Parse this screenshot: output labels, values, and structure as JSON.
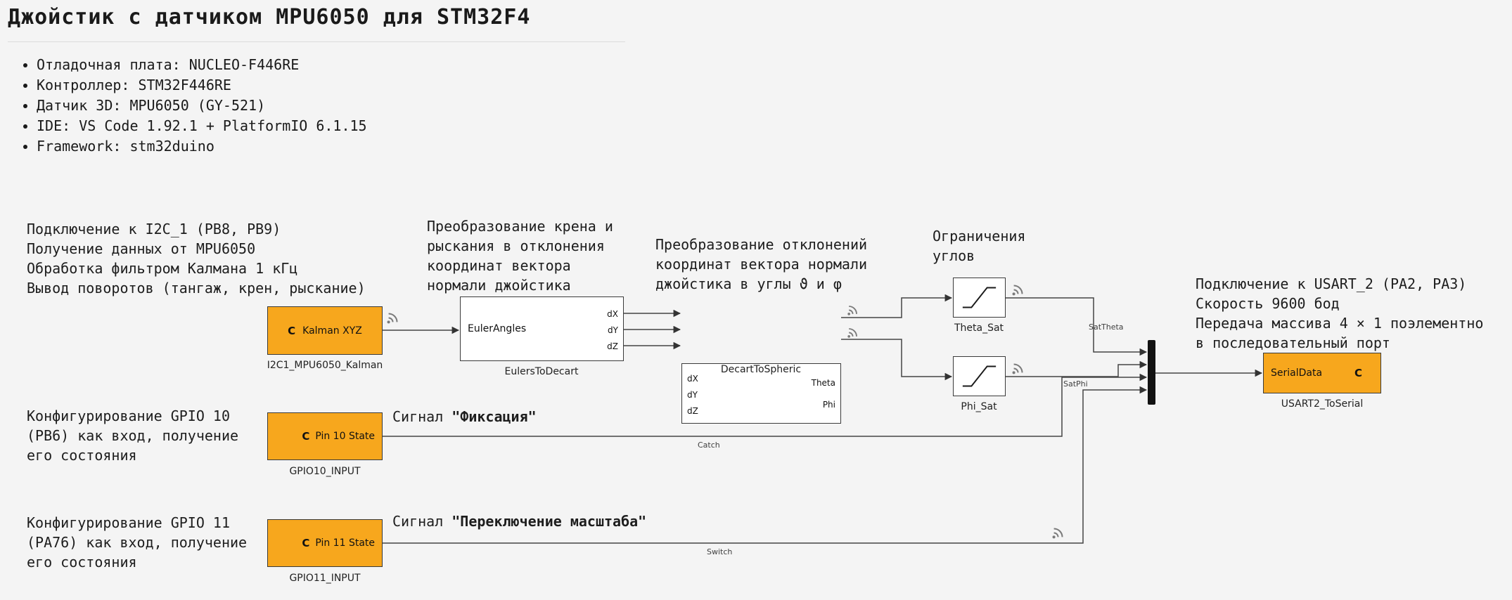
{
  "title": "Джойстик с датчиком MPU6050 для STM32F4",
  "specs": [
    "Отладочная плата: NUCLEO-F446RE",
    "Контроллер: STM32F446RE",
    "Датчик 3D: MPU6050 (GY-521)",
    "IDE: VS Code 1.92.1 + PlatformIO 6.1.15",
    "Framework: stm32duino"
  ],
  "annotations": {
    "i2c": "Подключение к I2C_1 (PB8, PB9)\nПолучение данных от MPU6050\nОбработка фильтром Калмана 1 кГц\nВывод поворотов (тангаж, крен, рыскание)",
    "eulers": "Преобразование крена и\nрыскания в отклонения\nкоординат вектора\nнормали джойстика",
    "decart": "Преобразование отклонений\nкоординат вектора нормали\nджойстика в углы ϑ и φ",
    "limits": "Ограничения\nуглов",
    "usart": "Подключение к USART_2 (PA2, PA3)\nСкорость 9600 бод\nПередача массива 4 × 1 поэлементно\nв последовательный порт",
    "gpio10": "Конфигурирование GPIO 10\n(PB6) как вход, получение\nего состояния",
    "gpio11": "Конфигурирование GPIO 11\n(PA76) как вход, получение\nего состояния"
  },
  "signals": {
    "catch": {
      "prefix": "Сигнал",
      "value": "\"Фиксация\""
    },
    "switch": {
      "prefix": "Сигнал",
      "value": "\"Переключение масштаба\""
    }
  },
  "blocks": {
    "kalman": {
      "badge": "C",
      "label": "Kalman XYZ",
      "caption": "I2C1_MPU6050_Kalman"
    },
    "eulers": {
      "label": "EulerAngles",
      "caption": "EulersToDecart",
      "out_ports": [
        "dX",
        "dY",
        "dZ"
      ]
    },
    "decart": {
      "caption": "DecartToSpheric",
      "in_ports": [
        "dX",
        "dY",
        "dZ"
      ],
      "out_ports": [
        "Theta",
        "Phi"
      ]
    },
    "theta_sat": {
      "caption": "Theta_Sat"
    },
    "phi_sat": {
      "caption": "Phi_Sat"
    },
    "usart": {
      "label": "SerialData",
      "badge": "C",
      "caption": "USART2_ToSerial"
    },
    "gpio10": {
      "badge": "C",
      "label": "Pin 10 State",
      "caption": "GPIO10_INPUT"
    },
    "gpio11": {
      "badge": "C",
      "label": "Pin 11 State",
      "caption": "GPIO11_INPUT"
    }
  },
  "wire_labels": {
    "sat_theta": "SatTheta",
    "sat_phi": "SatPhi",
    "catch": "Catch",
    "switch": "Switch"
  },
  "colors": {
    "block_fill": "#F7A71D",
    "background": "#F4F4F4",
    "wire": "#444444"
  }
}
